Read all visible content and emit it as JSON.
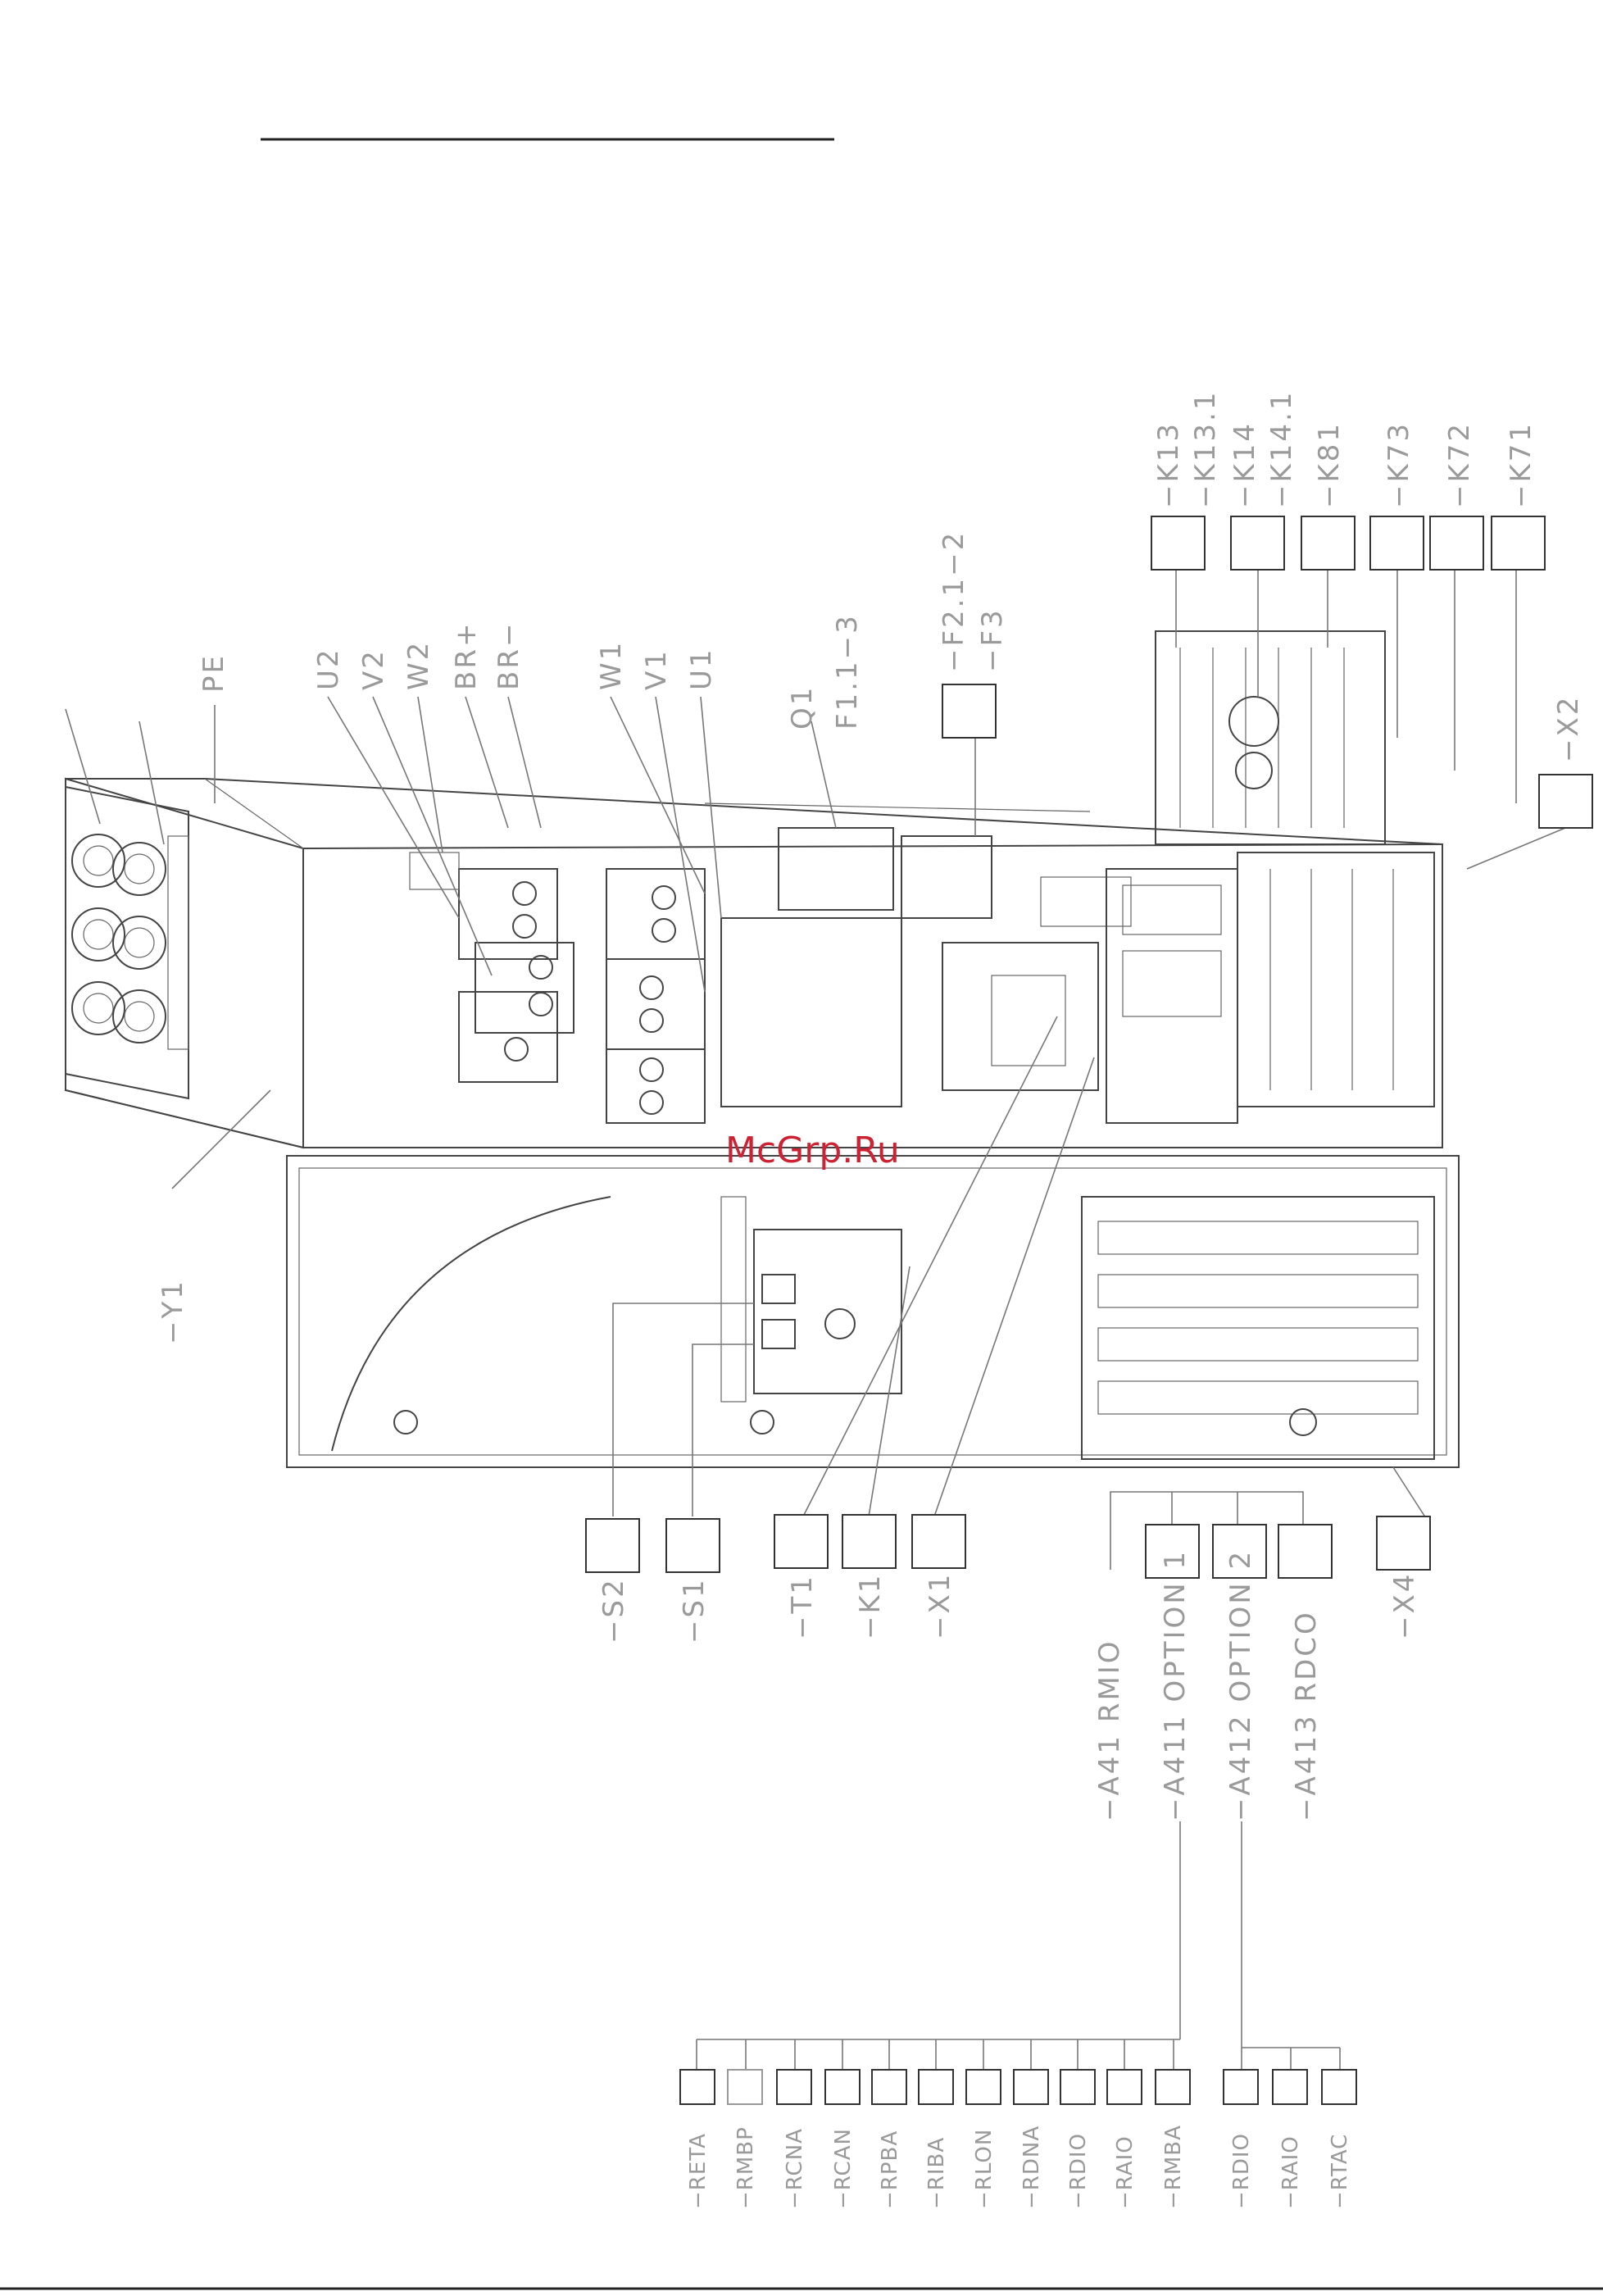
{
  "watermark": "McGrp.Ru",
  "labels": {
    "pe": "PE",
    "u2": "U2",
    "v2": "V2",
    "w2": "W2",
    "br_plus": "BR+",
    "br_minus": "BR−",
    "w1": "W1",
    "v1": "V1",
    "u1": "U1",
    "q1": "Q1",
    "f1": "F1.1−3",
    "f2": "−F2.1−2",
    "f3": "−F3",
    "k13": "−K13",
    "k13_1": "−K13.1",
    "k14": "−K14",
    "k14_1": "−K14.1",
    "k81": "−K81",
    "k73": "−K73",
    "k72": "−K72",
    "k71": "−K71",
    "x2": "−X2",
    "y1": "−Y1",
    "s2": "−S2",
    "s1": "−S1",
    "t1": "−T1",
    "k1": "−K1",
    "x1": "−X1",
    "x4": "−X4",
    "a41": "−A41   RMIO",
    "a411": "−A411  OPTION 1",
    "a412": "−A412  OPTION 2",
    "a413": "−A413  RDCO"
  },
  "option1_modules": [
    "−RETA",
    "−RMBP",
    "−RCNA",
    "−RCAN",
    "−RPBA",
    "−RIBA",
    "−RLON",
    "−RDNA",
    "−RDIO",
    "−RAIO",
    "−RMBA"
  ],
  "option2_modules": [
    "−RDIO",
    "−RAIO",
    "−RTAC"
  ],
  "colors": {
    "label": "#9a9a9a",
    "line": "#333333",
    "watermark": "#cc2233"
  }
}
